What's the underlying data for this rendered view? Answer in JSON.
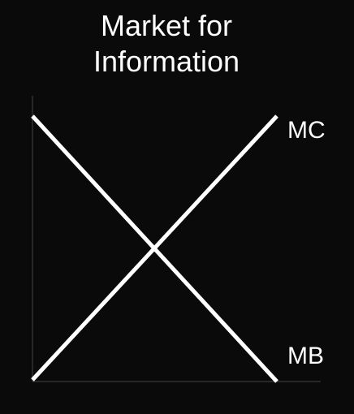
{
  "title": {
    "line1": "Market for",
    "line2": "Information"
  },
  "colors": {
    "background": "#0a0a0a",
    "curves": "#ffffff",
    "axes": "#444444"
  },
  "curves": {
    "mc": {
      "label": "MC"
    },
    "mb": {
      "label": "MB"
    }
  }
}
